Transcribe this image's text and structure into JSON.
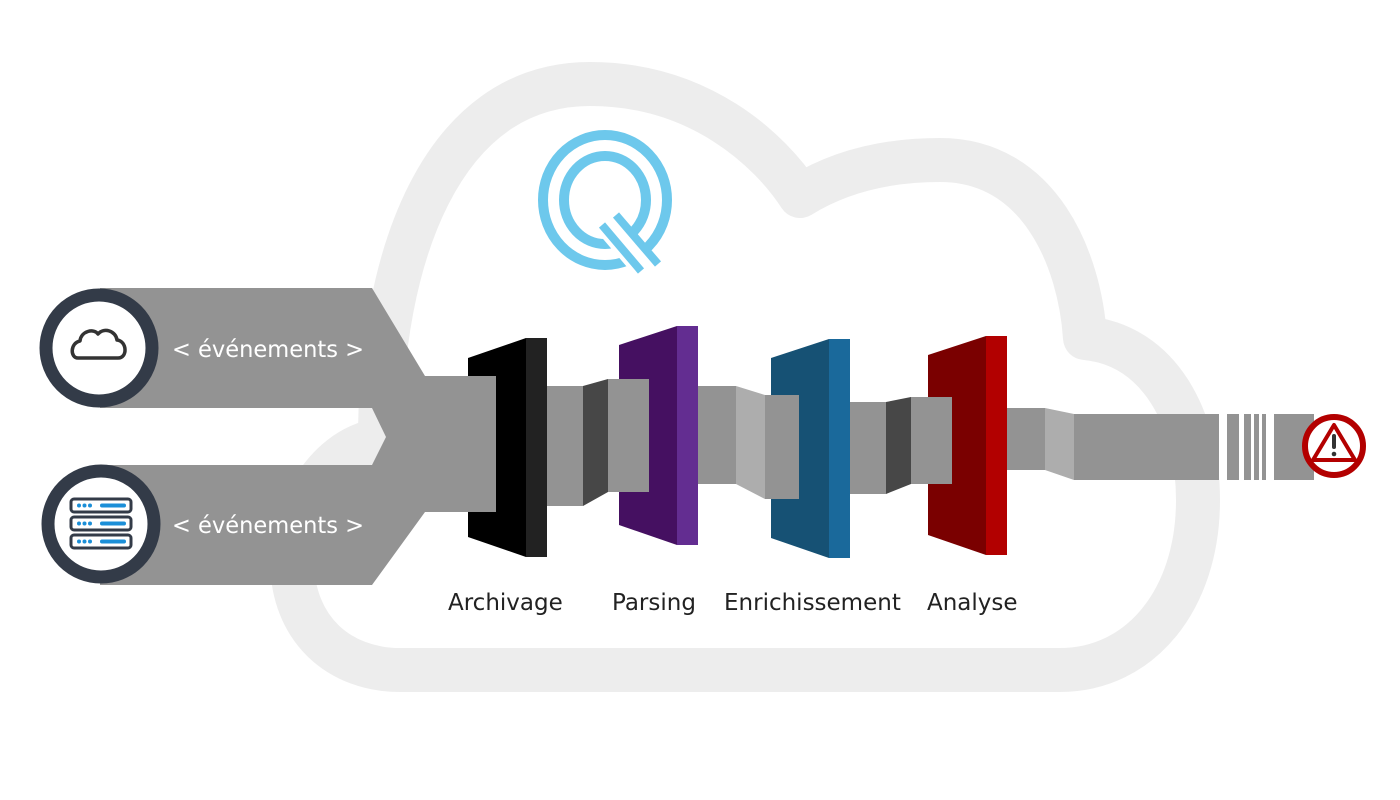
{
  "diagram": {
    "title_logo": {
      "letter": "Q",
      "icon": "q-logo-icon",
      "color": "#6dc8ec"
    },
    "background": {
      "icon": "cloud-outline-icon",
      "color": "#ededed"
    },
    "sources": [
      {
        "label": "< événements >",
        "icon": "cloud-icon"
      },
      {
        "label": "< événements >",
        "icon": "server-rack-icon"
      }
    ],
    "stages": [
      {
        "label": "Archivage",
        "face_color": "#000000",
        "side_color": "#222222"
      },
      {
        "label": "Parsing",
        "face_color": "#451061",
        "side_color": "#632d91"
      },
      {
        "label": "Enrichissement",
        "face_color": "#165174",
        "side_color": "#1a699b"
      },
      {
        "label": "Analyse",
        "face_color": "#7a0000",
        "side_color": "#b20000"
      }
    ],
    "output": {
      "icon": "warning-alert-icon",
      "color": "#b30000"
    },
    "colors": {
      "pipe": "#939393",
      "pipe_light": "#adadad",
      "pipe_dark": "#474747",
      "icon_ring": "#333b48",
      "server_accent": "#1b8fd8"
    }
  }
}
